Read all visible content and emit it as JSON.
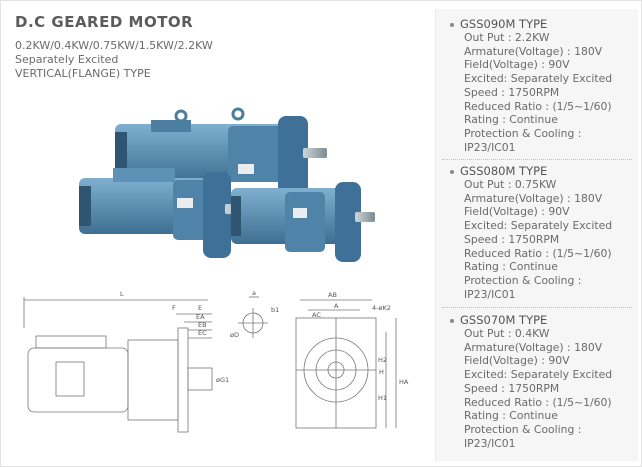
{
  "page": {
    "title": "D.C GEARED MOTOR",
    "subtitle_lines": [
      "0.2KW/0.4KW/0.75KW/1.5KW/2.2KW",
      "Separately Excited",
      "VERTICAL(FLANGE) TYPE"
    ]
  },
  "specs": [
    {
      "title": "GSS090M TYPE",
      "lines": [
        "Out Put : 2.2KW",
        "Armature(Voltage) : 180V",
        "Field(Voltage) : 90V",
        "Excited: Separately Excited",
        "Speed : 1750RPM",
        "Reduced Ratio : (1/5~1/60)",
        "Rating : Continue",
        "Protection & Cooling :",
        "IP23/IC01"
      ]
    },
    {
      "title": "GSS080M TYPE",
      "lines": [
        "Out Put : 0.75KW",
        "Armature(Voltage) : 180V",
        "Field(Voltage) : 90V",
        "Excited: Separately Excited",
        "Speed : 1750RPM",
        "Reduced Ratio : (1/5~1/60)",
        "Rating : Continue",
        "Protection & Cooling :",
        "IP23/IC01"
      ]
    },
    {
      "title": "GSS070M TYPE",
      "lines": [
        "Out Put : 0.4KW",
        "Armature(Voltage) : 180V",
        "Field(Voltage) : 90V",
        "Excited: Separately Excited",
        "Speed : 1750RPM",
        "Reduced Ratio : (1/5~1/60)",
        "Rating : Continue",
        "Protection & Cooling :",
        "IP23/IC01"
      ]
    }
  ],
  "drawing_labels": {
    "L": "L",
    "F": "F",
    "E": "E",
    "EA": "EA",
    "EB": "EB",
    "EC": "EC",
    "a": "a",
    "b1": "b1",
    "oD": "øD",
    "oG1": "øG1",
    "AB": "AB",
    "A": "A",
    "AC": "AC",
    "K2": "4-øK2",
    "H2": "H2",
    "H": "H",
    "H1": "H1",
    "HA": "HA"
  },
  "colors": {
    "motor_body": "#5b8fb3",
    "motor_dark": "#3f6d8f",
    "text": "#6a6a6a"
  }
}
